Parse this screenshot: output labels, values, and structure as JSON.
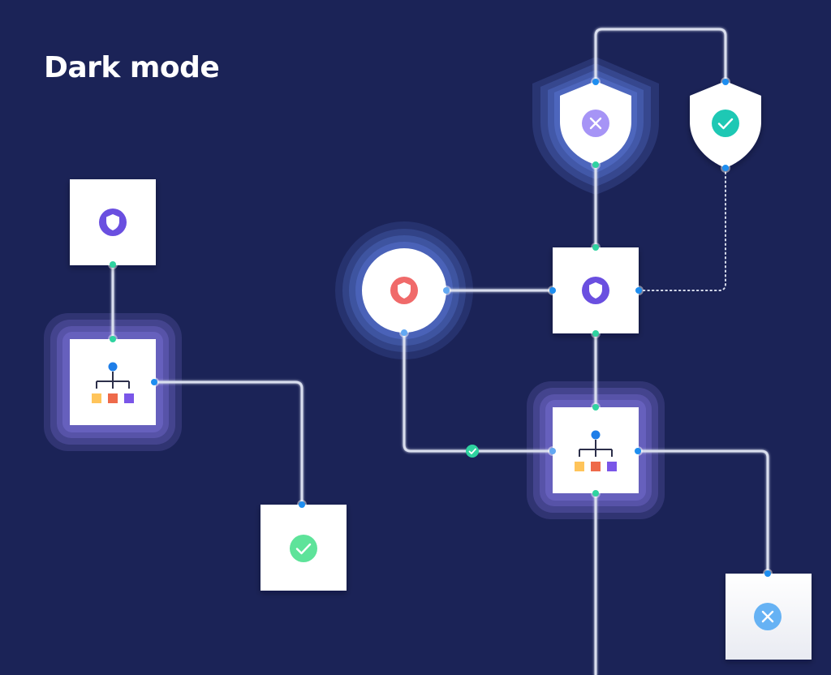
{
  "title": "Dark mode",
  "colors": {
    "background": "#1b2357",
    "card": "#ffffff",
    "connector": "#d9deee",
    "glow_blue": "#5a78d8",
    "glow_purple": "#7b70d8",
    "port_green": "#2fd3a0",
    "port_blue": "#1e8ef0",
    "shield_purple": "#6a4fe0",
    "shield_red": "#f06a6a",
    "check_green": "#5ee39a",
    "check_teal": "#1ec8b4",
    "cross_blue": "#66b2f4",
    "cross_lilac": "#a694f6",
    "hierarchy_root": "#1e7ee8",
    "hierarchy_yellow": "#ffc45a",
    "hierarchy_orange": "#ee6a4a",
    "hierarchy_purple": "#7a56e8"
  },
  "nodes": [
    {
      "id": "shield-card-left",
      "kind": "card",
      "icon": "shield-icon"
    },
    {
      "id": "hierarchy-card-left",
      "kind": "card",
      "icon": "hierarchy-icon",
      "highlighted": true
    },
    {
      "id": "check-card-bottom",
      "kind": "card",
      "icon": "check-circle-icon"
    },
    {
      "id": "shield-circle-node",
      "kind": "circle",
      "icon": "shield-icon",
      "highlighted": true
    },
    {
      "id": "shield-card-center",
      "kind": "card",
      "icon": "shield-icon"
    },
    {
      "id": "hierarchy-card-right",
      "kind": "card",
      "icon": "hierarchy-icon",
      "highlighted": true
    },
    {
      "id": "cross-card-right",
      "kind": "card",
      "icon": "cross-circle-icon"
    },
    {
      "id": "shield-badge-denied",
      "kind": "shield",
      "icon": "cross-circle-icon",
      "highlighted": true
    },
    {
      "id": "shield-badge-approved",
      "kind": "shield",
      "icon": "check-circle-icon"
    }
  ],
  "connections": [
    {
      "from": "shield-card-left",
      "to": "hierarchy-card-left",
      "style": "solid"
    },
    {
      "from": "hierarchy-card-left",
      "to": "check-card-bottom",
      "style": "solid"
    },
    {
      "from": "shield-circle-node",
      "to": "shield-card-center",
      "style": "solid"
    },
    {
      "from": "shield-circle-node",
      "to": "hierarchy-card-right",
      "style": "solid"
    },
    {
      "from": "shield-card-center",
      "to": "hierarchy-card-right",
      "style": "solid"
    },
    {
      "from": "shield-badge-denied",
      "to": "shield-card-center",
      "style": "solid"
    },
    {
      "from": "shield-badge-denied",
      "to": "shield-badge-approved",
      "style": "solid"
    },
    {
      "from": "shield-badge-approved",
      "to": "shield-card-center",
      "style": "dotted"
    },
    {
      "from": "hierarchy-card-right",
      "to": "cross-card-right",
      "style": "solid"
    }
  ]
}
